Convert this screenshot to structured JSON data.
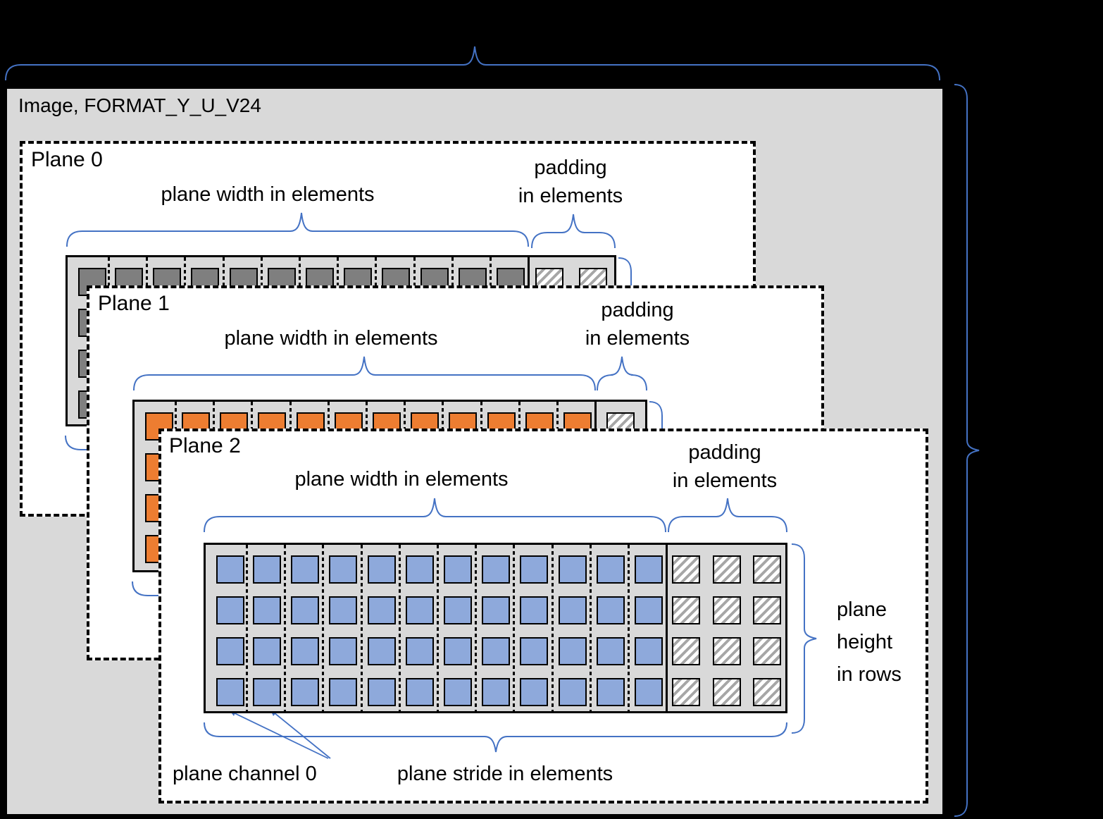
{
  "image": {
    "title": "Image, FORMAT_Y_U_V24"
  },
  "labels": {
    "plane_width": "plane width in elements",
    "padding_line1": "padding",
    "padding_line2": "in elements",
    "plane_height_lines": [
      "plane",
      "height",
      "in rows"
    ],
    "plane_stride": "plane stride in elements",
    "plane_channel": "plane channel 0"
  },
  "planes": [
    {
      "title": "Plane 0",
      "element_color": "#7F7F7F",
      "rows": 4,
      "cols": 12,
      "padding_cols": 2
    },
    {
      "title": "Plane 1",
      "element_color": "#ED7D31",
      "rows": 4,
      "cols": 12,
      "padding_cols": 1
    },
    {
      "title": "Plane 2",
      "element_color": "#8EA9DB",
      "rows": 4,
      "cols": 12,
      "padding_cols": 3
    }
  ],
  "colors": {
    "brace_blue": "#4472C4",
    "background": "#000000",
    "surface_grey": "#D9D9D9",
    "plane_box_white": "#FFFFFF",
    "hatch_stripe_grey": "#A6A6A6"
  }
}
